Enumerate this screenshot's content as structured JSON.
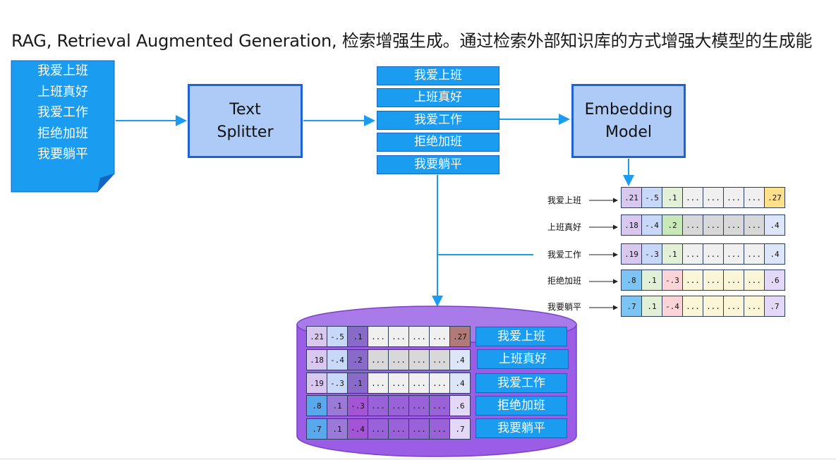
{
  "title": "RAG, Retrieval Augmented Generation, 检索增强生成。通过检索外部知识库的方式增强大模型的生成能",
  "sentences": [
    "我爱上班",
    "上班真好",
    "我爱工作",
    "拒绝加班",
    "我要躺平"
  ],
  "text_splitter": {
    "line1": "Text",
    "line2": "Splitter"
  },
  "embedding_model": {
    "line1": "Embedding",
    "line2": "Model"
  },
  "vectors": [
    [
      ".21",
      "-.5",
      ".1",
      "...",
      "...",
      "...",
      "...",
      ".27"
    ],
    [
      ".18",
      "-.4",
      ".2",
      "...",
      "...",
      "...",
      "...",
      ".4"
    ],
    [
      ".19",
      "-.3",
      ".1",
      "...",
      "...",
      "...",
      "...",
      ".4"
    ],
    [
      ".8",
      ".1",
      "-.3",
      "...",
      "...",
      "...",
      "...",
      ".6"
    ],
    [
      ".7",
      ".1",
      "-.4",
      "...",
      "...",
      "...",
      "...",
      ".7"
    ]
  ],
  "colors": {
    "doc_blue": "#1a9cf0",
    "box_fill": "#aecbf7",
    "box_border": "#1e63d6",
    "arrow": "#1a9cf0",
    "db_purple": "#9b5de5",
    "db_top": "#a97be8",
    "vector_rows": [
      [
        "#d8c8f0",
        "#c8d8f8",
        "#e2f0d8",
        "#f0f0f0",
        "#f0f0f0",
        "#f0f0f0",
        "#f0f0f0",
        "#ffe08a"
      ],
      [
        "#d8c8f0",
        "#c8d8f8",
        "#c8e8b8",
        "#d8d8d8",
        "#d8d8d8",
        "#d8d8d8",
        "#d8d8d8",
        "#dde6f8"
      ],
      [
        "#d8c8f0",
        "#c8d8f8",
        "#e2f0d8",
        "#f0f0f0",
        "#f0f0f0",
        "#f0f0f0",
        "#f0f0f0",
        "#dde6f8"
      ],
      [
        "#7cc4f4",
        "#e2f0d8",
        "#fad4d8",
        "#fbf6d8",
        "#fbf6d8",
        "#fbf6d8",
        "#fbf6d8",
        "#e4d8f8"
      ],
      [
        "#7cc4f4",
        "#e2f0d8",
        "#fad4d8",
        "#fbf6d8",
        "#fbf6d8",
        "#fbf6d8",
        "#fbf6d8",
        "#e4d8f8"
      ]
    ],
    "db_rows": [
      [
        "#d8c8f0",
        "#c8d8f8",
        "#8a6ac8",
        "#f0f0f0",
        "#f0f0f0",
        "#f0f0f0",
        "#f0f0f0",
        "#b07a78"
      ],
      [
        "#d8c8f0",
        "#c8d8f8",
        "#8a6ac8",
        "#d8d8d8",
        "#d8d8d8",
        "#d8d8d8",
        "#d8d8d8",
        "#dde6f8"
      ],
      [
        "#d8c8f0",
        "#c8d8f8",
        "#8a6ac8",
        "#f0f0f0",
        "#f0f0f0",
        "#f0f0f0",
        "#f0f0f0",
        "#dde6f8"
      ],
      [
        "#5aa8ec",
        "#9a7ad6",
        "#a455d6",
        "#9a62d8",
        "#9a62d8",
        "#9a62d8",
        "#9a62d8",
        "#e4d8f8"
      ],
      [
        "#5aa8ec",
        "#9a7ad6",
        "#a455d6",
        "#9a62d8",
        "#9a62d8",
        "#9a62d8",
        "#9a62d8",
        "#e4d8f8"
      ]
    ]
  }
}
